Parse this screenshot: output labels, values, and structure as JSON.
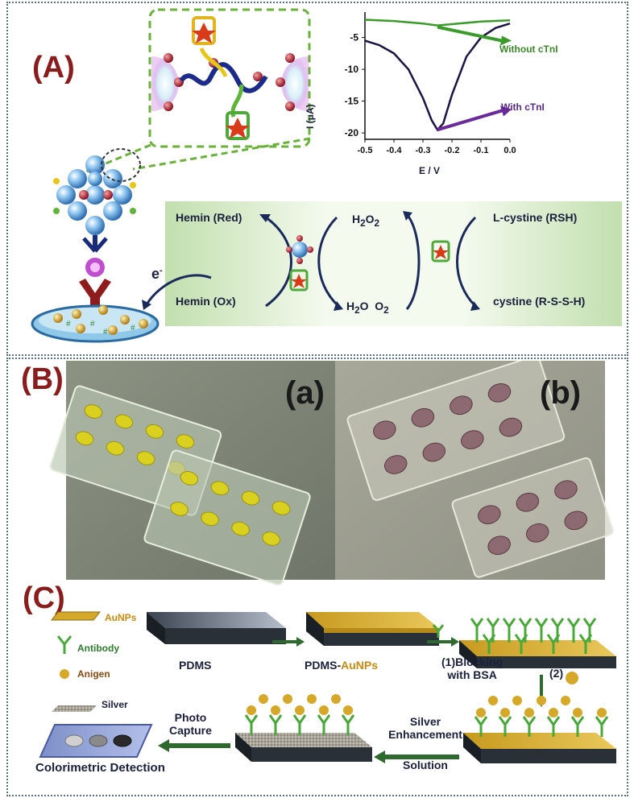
{
  "panel_a": {
    "letter": "(A)",
    "chart": {
      "ylabel": "I (μA)",
      "xlabel": "E / V",
      "yticks": [
        "-5",
        "-10",
        "-15",
        "-20"
      ],
      "xticks": [
        "-0.5",
        "-0.4",
        "-0.3",
        "-0.2",
        "-0.1",
        "0.0"
      ],
      "legend_without": "Without cTnI",
      "legend_with": "With cTnI"
    },
    "cycle": {
      "hemin_red": "Hemin (Red)",
      "hemin_ox": "Hemin (Ox)",
      "h2o2_main": "H",
      "h2o2_sub1": "2",
      "h2o2_mid": "O",
      "h2o2_sub2": "2",
      "h2o": "H",
      "h2o_sub": "2",
      "h2o_end": "O",
      "o2": "O",
      "o2_sub": "2",
      "lcystine": "L-cystine (RSH)",
      "cystine": "cystine (R-S-S-H)",
      "electron": "e",
      "electron_sup": "-"
    }
  },
  "panel_b": {
    "letter": "(B)",
    "photo_a": "(a)",
    "photo_b": "(b)"
  },
  "panel_c": {
    "letter": "(C)",
    "legend_aunps": "AuNPs",
    "legend_antibody": "Antibody",
    "legend_anigen": "Anigen",
    "legend_silver": "Silver",
    "pdms": "PDMS",
    "pdms_aunps_a": "PDMS-",
    "pdms_aunps_b": "AuNPs",
    "step1_line1": "(1)Blocking",
    "step1_line2": "with  BSA",
    "step2": "(2)",
    "silver_line1": "Silver",
    "silver_line2": "Enhancement",
    "silver_line3": "Solution",
    "photo_line1": "Photo",
    "photo_line2": "Capture",
    "colorimetric": "Colorimetric Detection"
  },
  "chart_data": {
    "type": "line",
    "xlabel": "E / V",
    "ylabel": "I (μA)",
    "xlim": [
      -0.5,
      0.0
    ],
    "ylim": [
      -21,
      -1
    ],
    "series": [
      {
        "name": "Without cTnI",
        "x": [
          -0.5,
          -0.4,
          -0.3,
          -0.25,
          -0.2,
          -0.1,
          0.0
        ],
        "y": [
          -2.2,
          -2.4,
          -2.8,
          -3.1,
          -2.9,
          -2.5,
          -2.3
        ]
      },
      {
        "name": "With cTnI",
        "x": [
          -0.5,
          -0.45,
          -0.4,
          -0.35,
          -0.3,
          -0.27,
          -0.25,
          -0.23,
          -0.2,
          -0.15,
          -0.1,
          -0.05,
          0.0
        ],
        "y": [
          -5.5,
          -6.2,
          -7.5,
          -10.0,
          -14.5,
          -18.0,
          -19.5,
          -18.5,
          -14.0,
          -8.0,
          -5.0,
          -3.5,
          -2.8
        ]
      }
    ]
  }
}
